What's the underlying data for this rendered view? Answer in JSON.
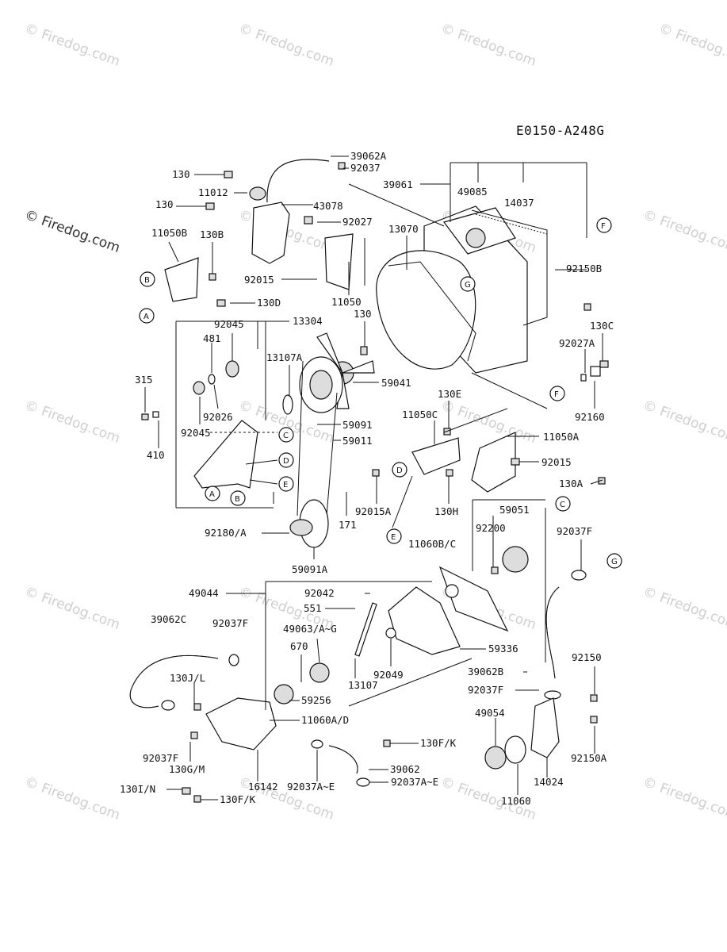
{
  "diagram_code": "E0150-A248G",
  "watermark": "© Firedog.com",
  "part_labels": {
    "p39062A": "39062A",
    "p92037": "92037",
    "p130a": "130",
    "p11012": "11012",
    "p43078": "43078",
    "p130b": "130",
    "p39061": "39061",
    "p49085": "49085",
    "p14037": "14037",
    "p92027": "92027",
    "p13070": "13070",
    "p11050B": "11050B",
    "p130B": "130B",
    "p92015a": "92015",
    "p11050": "11050",
    "p92150B": "92150B",
    "p130D": "130D",
    "p13304": "13304",
    "p130c": "130",
    "p92045a": "92045",
    "p481": "481",
    "p130C": "130C",
    "p92027A": "92027A",
    "p13107A": "13107A",
    "p59041": "59041",
    "p315": "315",
    "p92026": "92026",
    "p130E": "130E",
    "p92160": "92160",
    "p92045b": "92045",
    "p59091": "59091",
    "p11050C": "11050C",
    "p11050A": "11050A",
    "p59011": "59011",
    "p410": "410",
    "p92015b": "92015",
    "p130A": "130A",
    "p92015A": "92015A",
    "p130H": "130H",
    "p59051": "59051",
    "p171": "171",
    "p92200": "92200",
    "p92037F": "92037F",
    "p92180A": "92180/A",
    "p11060BC": "11060B/C",
    "p59091A": "59091A",
    "p49044": "49044",
    "p92042": "92042",
    "p551": "551",
    "p39062C": "39062C",
    "p92037F2": "92037F",
    "p49063": "49063/A~G",
    "p670": "670",
    "p59336": "59336",
    "p92049": "92049",
    "p39062B": "39062B",
    "p130JL": "130J/L",
    "p13107": "13107",
    "p92150": "92150",
    "p59256": "59256",
    "p92037F3": "92037F",
    "p11060AD": "11060A/D",
    "p49054": "49054",
    "p130FK": "130F/K",
    "p92037F4": "92037F",
    "p92150A": "92150A",
    "p130GM": "130G/M",
    "p39062": "39062",
    "p14024": "14024",
    "p130IN": "130I/N",
    "p16142": "16142",
    "p92037AE": "92037A~E",
    "p92037AE2": "92037A~E",
    "p11060": "11060",
    "p130FK2": "130F/K"
  },
  "reference_letters": [
    "A",
    "B",
    "C",
    "D",
    "E",
    "F",
    "G"
  ]
}
